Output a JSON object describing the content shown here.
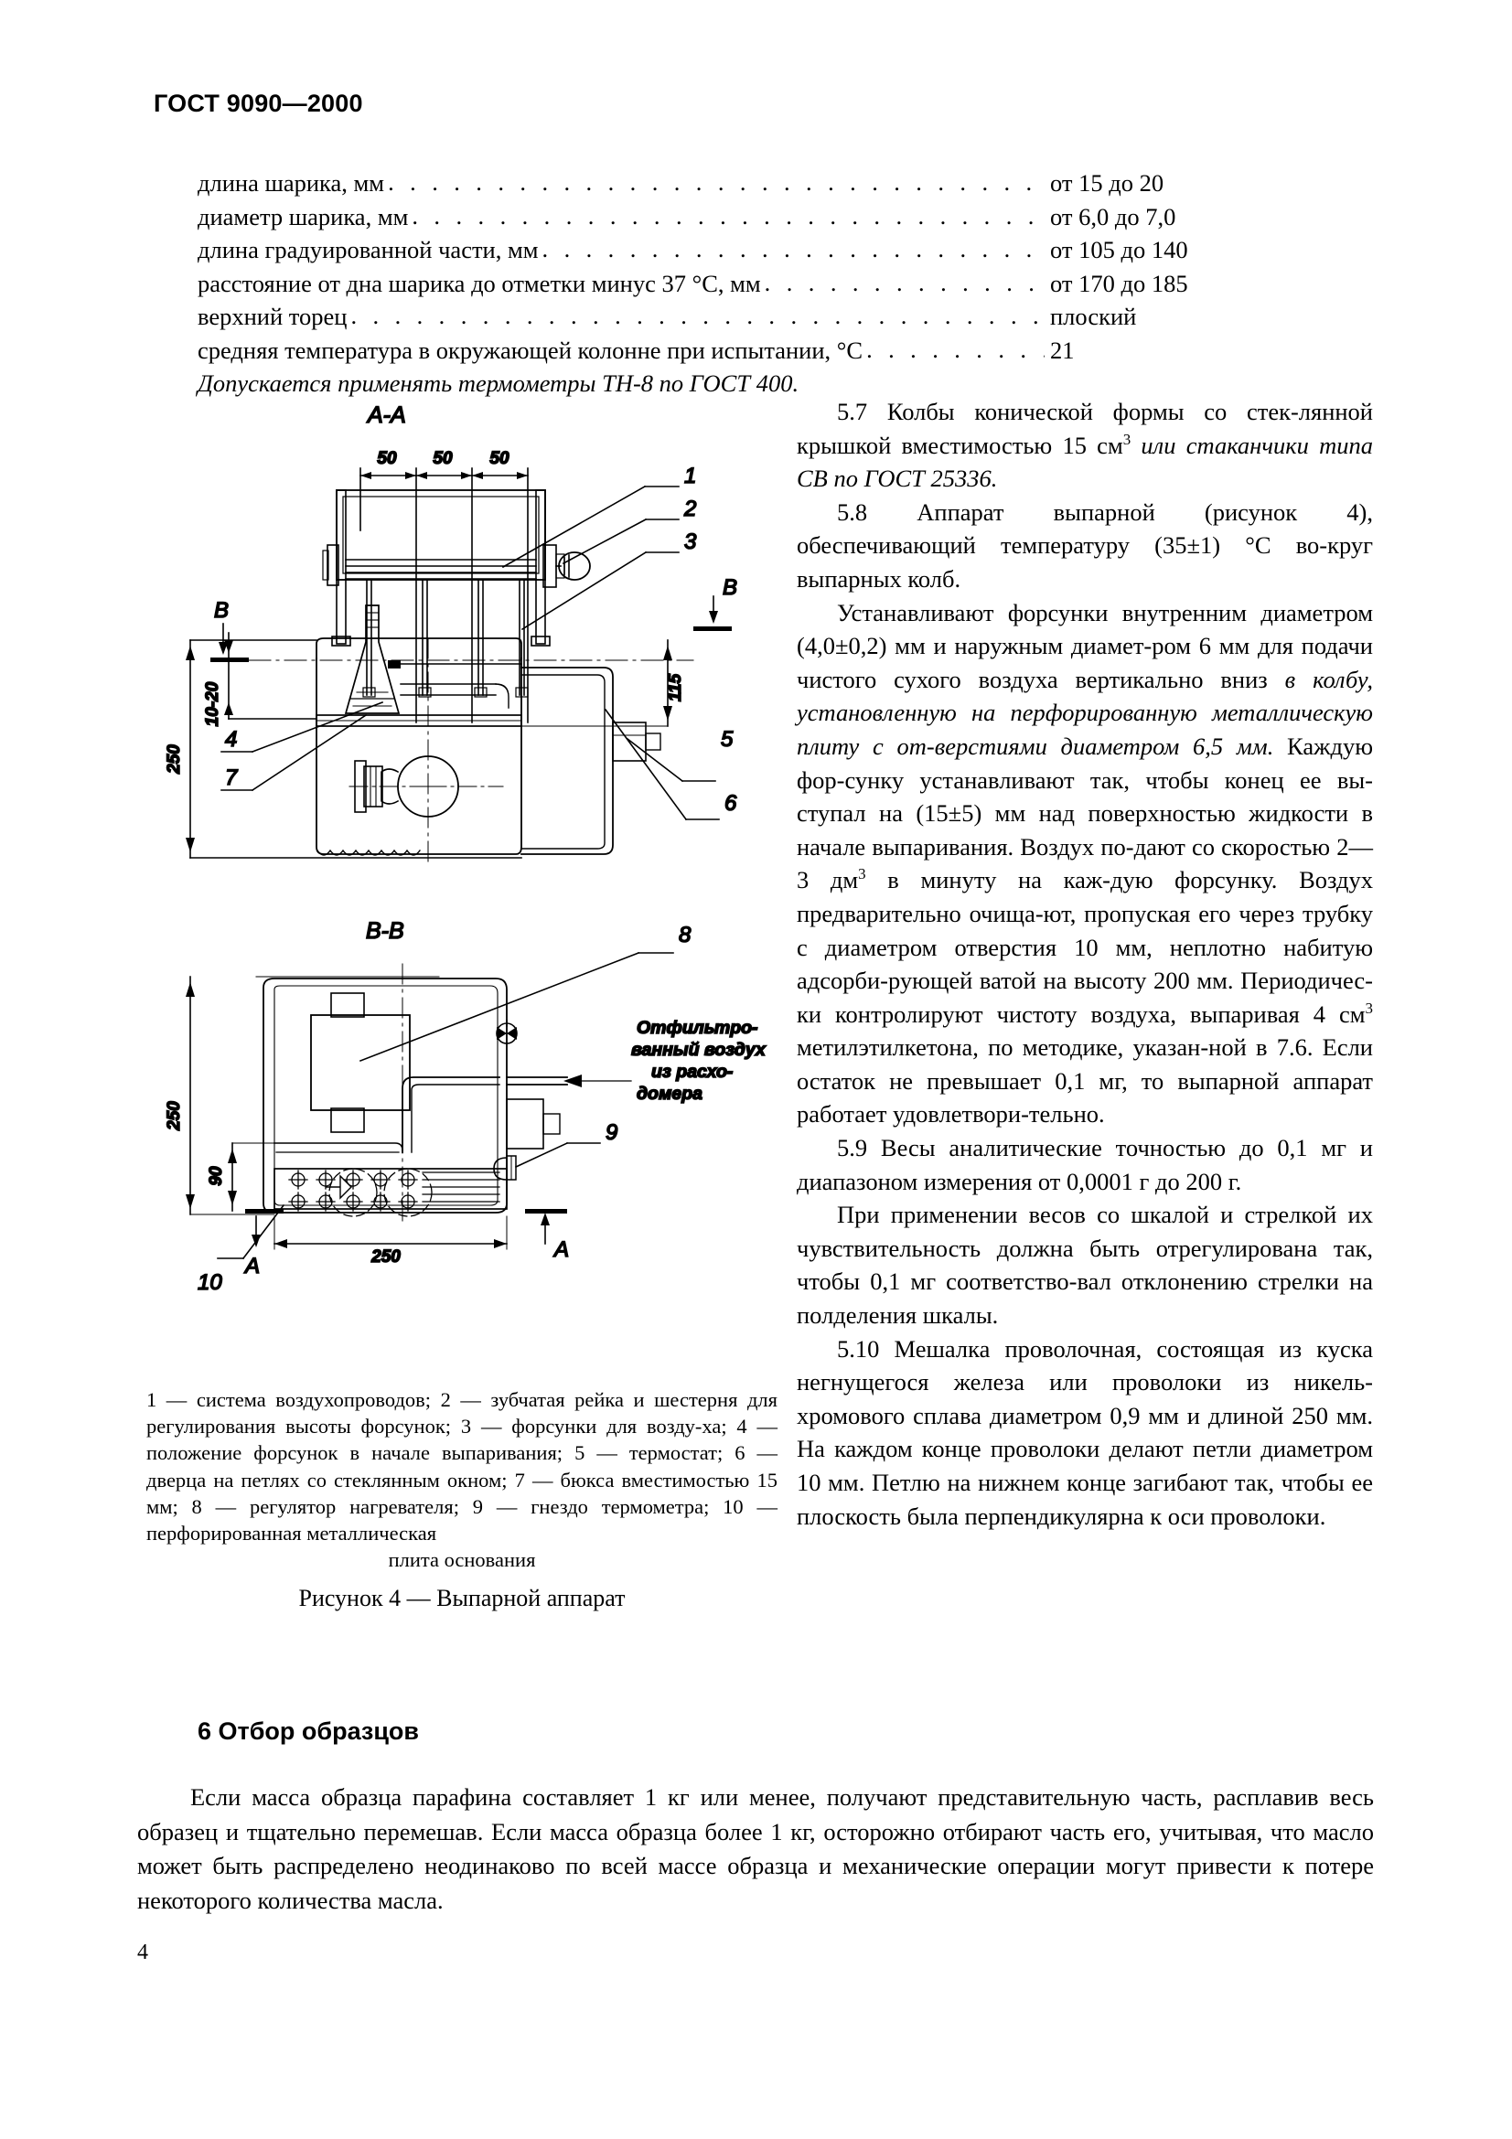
{
  "document": {
    "standard_header": "ГОСТ 9090—2000",
    "page_number": "4"
  },
  "spec_list": {
    "rows": [
      {
        "label": "длина шарика, мм",
        "value": "от 15 до 20"
      },
      {
        "label": "диаметр шарика, мм",
        "value": "от 6,0 до 7,0"
      },
      {
        "label": "длина градуированной части, мм",
        "value": "от 105 до 140"
      },
      {
        "label": "расстояние от дна шарика до отметки минус 37 °С, мм",
        "value": "от 170 до 185"
      },
      {
        "label": "верхний торец",
        "value": "плоский"
      },
      {
        "label": "средняя температура в окружающей колонне при испытании, °С",
        "value": "21"
      }
    ],
    "note": "Допускается применять термометры ТН-8 по ГОСТ 400."
  },
  "right_column": {
    "p57_a": "5.7  Колбы конической формы со стек-лянной крышкой вместимостью 15 см",
    "p57_sup": "3",
    "p57_ital": " или стаканчики типа СВ по ГОСТ 25336.",
    "p58": "5.8 Аппарат выпарной (рисунок 4), обеспечивающий температуру (35±1) °С во-круг выпарных колб.",
    "p_forsunki_a": "Устанавливают форсунки внутренним диаметром (4,0±0,2) мм и наружным диамет-ром 6 мм для подачи чистого сухого воздуха вертикально вниз ",
    "p_forsunki_ital": "в колбу, установленную на перфорированную металлическую плиту с от-верстиями диаметром 6,5 мм.",
    "p_forsunki_b": " Каждую фор-сунку устанавливают так, чтобы конец ее вы-ступал на (15±5) мм над поверхностью жидкости в начале выпаривания. Воздух по-дают со скоростью 2—3 дм",
    "p_forsunki_sup1": "3",
    "p_forsunki_c": " в минуту на каж-дую форсунку. Воздух предварительно очища-ют, пропуская его через трубку с диаметром отверстия 10 мм, неплотно набитую адсорби-рующей ватой на высоту 200 мм. Периодичес-ки контролируют чистоту воздуха, выпаривая 4 см",
    "p_forsunki_sup2": "3",
    "p_forsunki_d": " метилэтилкетона, по методике, указан-ной в 7.6. Если остаток не превышает 0,1 мг, то выпарной аппарат работает удовлетвори-тельно.",
    "p59": "5.9 Весы аналитические точностью до 0,1 мг и диапазоном измерения от 0,0001 г до 200 г.",
    "p_vesy": "При применении весов со шкалой и стрелкой их чувствительность должна быть отрегулирована так, чтобы 0,1 мг соответство-вал отклонению стрелки на полделения шкалы.",
    "p510": "5.10 Мешалка проволочная, состоящая из куска негнущегося железа или проволоки из никель-хромового сплава диаметром 0,9 мм и длиной 250 мм. На каждом конце проволоки делают петли диаметром 10 мм. Петлю на нижнем конце загибают так, чтобы ее плоскость была перпендикулярна к оси проволоки."
  },
  "figure": {
    "views": {
      "top": "А-А",
      "bottom": "В-В"
    },
    "dimensions": {
      "top_50_a": "50",
      "top_50_b": "50",
      "top_50_c": "50",
      "height_250_top": "250",
      "gap_10_20": "10-20",
      "height_115": "115",
      "height_250_bottom": "250",
      "height_90": "90",
      "width_250": "250"
    },
    "section_marks": {
      "b_left": "В",
      "b_right": "В",
      "a_left": "А",
      "a_right": "А"
    },
    "callouts": [
      "1",
      "2",
      "3",
      "4",
      "5",
      "6",
      "7",
      "8",
      "9",
      "10"
    ],
    "annotation": {
      "line1": "Отфильтро-",
      "line2": "ванный воздух",
      "line3": "из расхо-",
      "line4": "домера"
    },
    "caption": "1 — система воздухопроводов; 2 — зубчатая рейка и шестерня для регулирования высоты форсунок; 3 — форсунки для возду-ха; 4 — положение форсунок в начале выпаривания; 5 — термостат; 6 — дверца на петлях со стеклянным окном; 7 — бюкса вместимостью 15 мм; 8 — регулятор нагревателя; 9 — гнездо термометра; 10 — перфорированная металлическая",
    "caption_last_line": "плита основания",
    "title": "Рисунок 4 — Выпарной аппарат"
  },
  "section6": {
    "heading": "6  Отбор образцов",
    "paragraph": "Если масса образца парафина составляет 1 кг или менее, получают представительную часть, расплавив весь образец и тщательно перемешав. Если масса образца более 1 кг, осторожно отбирают часть его, учитывая, что масло может быть распределено неодинаково по всей массе образца и механические операции могут привести к потере некоторого количества масла."
  }
}
